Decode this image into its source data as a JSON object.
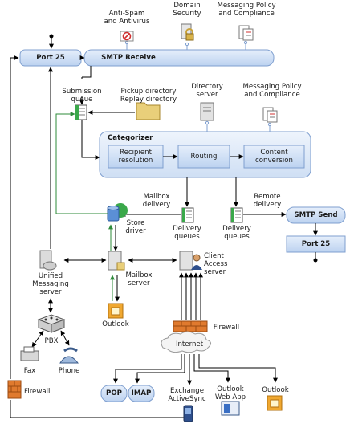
{
  "labels": {
    "port25_top": "Port 25",
    "smtp_receive": "SMTP Receive",
    "anti_spam": "Anti-Spam\nand Antivirus",
    "domain_security": "Domain\nSecurity",
    "messaging_policy_top": "Messaging Policy\nand Compliance",
    "submission_queue": "Submission\nqueue",
    "pickup_directory": "Pickup directory\nReplay directory",
    "directory_server": "Directory\nserver",
    "messaging_policy_mid": "Messaging Policy\nand Compliance",
    "categorizer": "Categorizer",
    "recipient_resolution": "Recipient\nresolution",
    "routing": "Routing",
    "content_conversion": "Content\nconversion",
    "mailbox_delivery": "Mailbox\ndelivery",
    "remote_delivery": "Remote\ndelivery",
    "smtp_send": "SMTP Send",
    "store_driver": "Store\ndriver",
    "delivery_queues_1": "Delivery\nqueues",
    "delivery_queues_2": "Delivery\nqueues",
    "port25_bottom": "Port 25",
    "unified_messaging": "Unified\nMessaging\nserver",
    "mailbox_server": "Mailbox\nserver",
    "client_access": "Client\nAccess\nserver",
    "outlook_left": "Outlook",
    "pbx": "PBX",
    "firewall_mid": "Firewall",
    "internet": "Internet",
    "fax": "Fax",
    "phone": "Phone",
    "firewall_left": "Firewall",
    "pop": "POP",
    "imap": "IMAP",
    "exchange_activesync": "Exchange\nActiveSync",
    "outlook_web_app": "Outlook\nWeb App",
    "outlook_right": "Outlook"
  },
  "colors": {
    "box_fill": "#cfe0f7",
    "box_stroke": "#7f9fcf",
    "categorizer_fill": "#dde9f8",
    "arrow": "#000000",
    "green_arrow": "#2e8b3a",
    "firewall": "#e07a2e"
  }
}
